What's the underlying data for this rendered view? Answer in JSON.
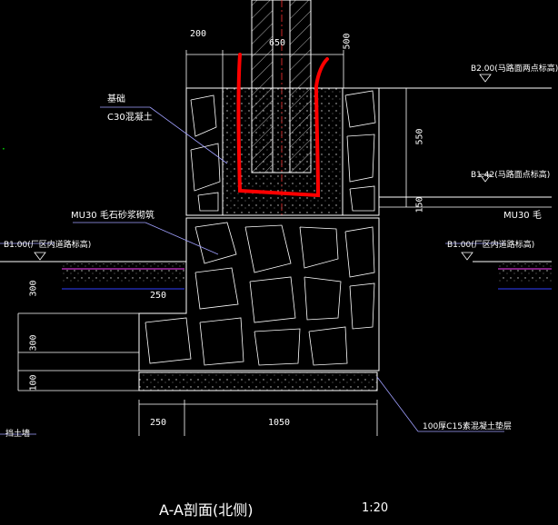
{
  "title": "A-A剖面(北侧)",
  "scale": "1:20",
  "labels": {
    "found": "基础",
    "c30": "C30混凝土",
    "mu30": "MU30  毛石砂浆砌筑",
    "mu30_right": "MU30  毛",
    "lvl_b200": "B2.00(马路面两点标高)",
    "lvl_b142": "B1.42(马路面点标高)",
    "lvl_b100_left": "B1.00(厂区内道路标高)",
    "lvl_b100_right": "B1.00(厂区内道路标高)",
    "pad": "100厚C15素混凝土垫层",
    "retaining": "挡土墙"
  },
  "dims": {
    "d200": "200",
    "d650": "650",
    "d500": "500",
    "d550": "550",
    "d150": "150",
    "d250a": "250",
    "d300a": "300",
    "d300b": "300",
    "d100": "100",
    "d250b": "250",
    "d1050": "1050"
  },
  "colors": {
    "bg": "#000000",
    "line": "#ffffff",
    "text": "#ffffff",
    "leader": "#a0a0ff",
    "accent": "#ff0000",
    "dim": "#ffffff",
    "road": "#3040ff",
    "magenta": "#ff40ff"
  }
}
